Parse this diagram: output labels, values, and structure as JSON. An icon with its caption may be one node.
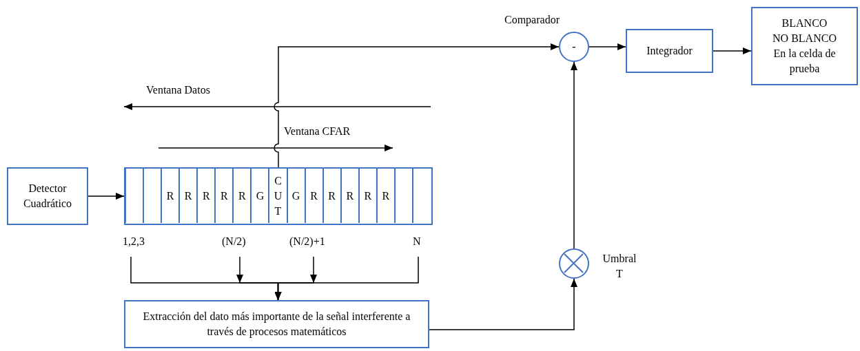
{
  "diagram": {
    "nodes": [
      {
        "text": [
          "-"
        ],
        "beside": [
          "Comparador"
        ]
      },
      {
        "text": [
          "Integrador"
        ]
      },
      {
        "text": [
          "BLANCO",
          "NO BLANCO",
          "En la celda de prueba"
        ]
      },
      {
        "text": [
          "Detector Cuadrático"
        ]
      },
      {
        "text": [],
        "shape": "box"
      },
      {
        "text": [],
        "shape": "box",
        "in": 4
      },
      {
        "text": [],
        "shape": "box",
        "in": 4
      },
      {
        "text": [
          "R"
        ],
        "in": 4
      },
      {
        "text": [
          "R"
        ],
        "in": 4
      },
      {
        "text": [
          "R"
        ],
        "in": 4
      },
      {
        "text": [
          "R"
        ],
        "in": 4
      },
      {
        "text": [
          "R"
        ],
        "in": 4
      },
      {
        "text": [
          "G"
        ],
        "in": 4
      },
      {
        "text": [
          "CUT"
        ],
        "in": 4
      },
      {
        "text": [
          "G"
        ],
        "in": 4
      },
      {
        "text": [
          "R"
        ],
        "in": 4
      },
      {
        "text": [
          "R"
        ],
        "in": 4
      },
      {
        "text": [
          "R"
        ],
        "in": 4
      },
      {
        "text": [
          "R"
        ],
        "in": 4
      },
      {
        "text": [
          "R"
        ],
        "in": 4
      },
      {
        "text": [],
        "shape": "box",
        "in": 4
      },
      {
        "text": [],
        "shape": "box",
        "in": 4
      },
      {
        "text": [
          "1,2,3"
        ]
      },
      {
        "text": [
          "(N/2)"
        ]
      },
      {
        "text": [
          "(N/2)+1"
        ]
      },
      {
        "text": [
          "N"
        ]
      },
      {
        "text": [],
        "shape": "circle",
        "beside": [
          "Umbral T"
        ]
      },
      {
        "text": [
          "Extracción del dato más importante de la señal interferente a través de procesos matemáticos"
        ]
      }
    ],
    "edges": [
      {
        "from": 3,
        "to": 4,
        "arrow": "to"
      },
      {
        "from": 13,
        "to": 0,
        "arrow": "to"
      },
      {
        "from": 0,
        "to": 1,
        "arrow": "to"
      },
      {
        "from": 1,
        "to": 2,
        "arrow": "to"
      },
      {
        "from": 22,
        "to": 27,
        "arrow": "to"
      },
      {
        "from": 23,
        "to": 27,
        "arrow": "to"
      },
      {
        "from": 24,
        "to": 27,
        "arrow": "to"
      },
      {
        "from": 25,
        "to": 27,
        "arrow": "to"
      },
      {
        "from": 27,
        "to": 26,
        "arrow": "to"
      },
      {
        "from": 26,
        "to": 0,
        "arrow": "to"
      }
    ],
    "labels": [
      "Ventana Datos",
      "Ventana CFAR"
    ]
  }
}
